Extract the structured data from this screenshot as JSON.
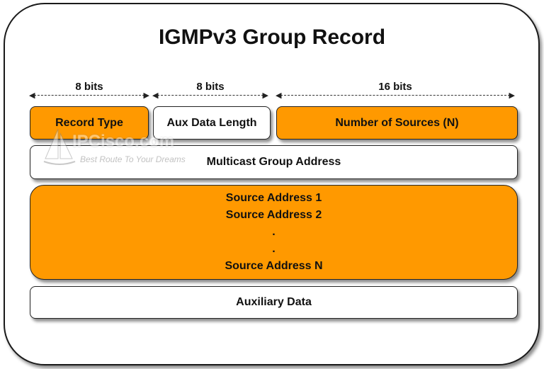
{
  "title": "IGMPv3 Group Record",
  "bit_widths": [
    {
      "label": "8 bits"
    },
    {
      "label": "8 bits"
    },
    {
      "label": "16 bits"
    }
  ],
  "fields": {
    "record_type": "Record Type",
    "aux_data_length": "Aux Data Length",
    "number_of_sources": "Number of Sources (N)",
    "multicast_group_address": "Multicast Group Address",
    "source_lines": [
      "Source Address 1",
      "Source Address 2",
      ".",
      ".",
      "Source Address N"
    ],
    "auxiliary_data": "Auxiliary Data"
  },
  "watermark": {
    "name": "IPCisco.com",
    "slogan": "Best Route To Your Dreams"
  },
  "colors": {
    "field_orange": "#ff9900",
    "field_white": "#ffffff",
    "border": "#222222"
  }
}
